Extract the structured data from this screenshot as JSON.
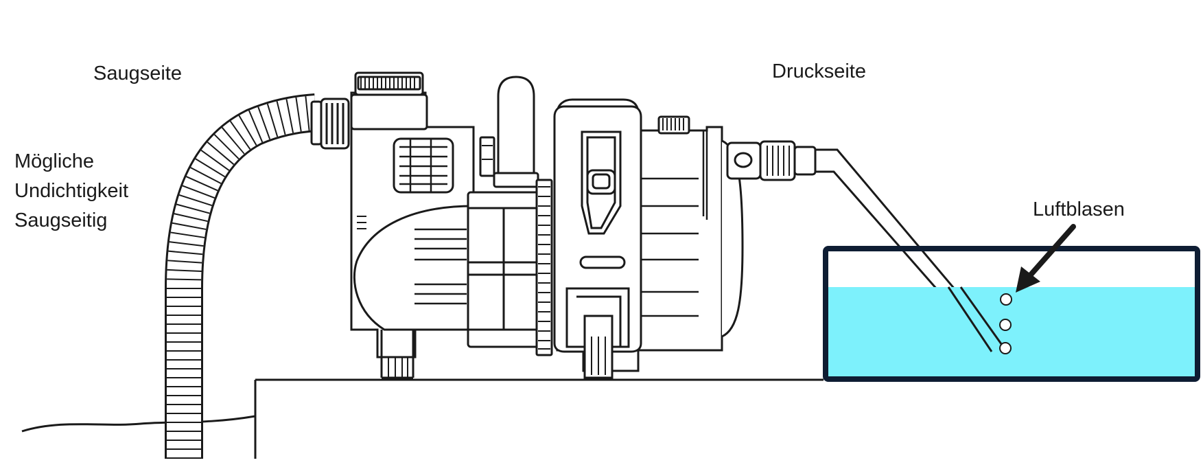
{
  "labels": {
    "suction_side": "Saugseite",
    "pressure_side": "Druckseite",
    "air_bubbles": "Luftblasen",
    "leak_line1": "Mögliche",
    "leak_line2": "Undichtigkeit",
    "leak_line3": "Saugseitig"
  },
  "colors": {
    "water": "#7df1fc",
    "tank_frame": "#0e1d33",
    "line": "#1a1a1a",
    "background": "#ffffff"
  },
  "icons": {
    "pump": "garden-pump-drawing",
    "hose": "corrugated-suction-hose",
    "tank": "water-tank",
    "arrow": "arrow-to-bubbles"
  }
}
